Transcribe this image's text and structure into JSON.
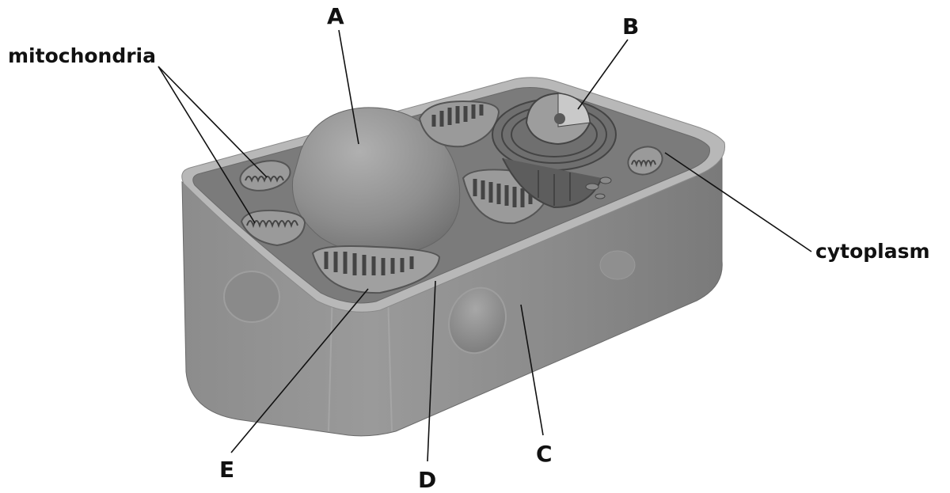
{
  "labels": {
    "mitochondria": "mitochondria",
    "cytoplasm": "cytoplasm",
    "a": "A",
    "b": "B",
    "c": "C",
    "d": "D",
    "e": "E"
  },
  "colors": {
    "cell_side": "#8a8a8a",
    "cell_top": "#7b7b7b",
    "membrane": "#b8b8b8",
    "organelle": "#9a9a9a",
    "leader_line": "#111111",
    "text": "#111111"
  }
}
